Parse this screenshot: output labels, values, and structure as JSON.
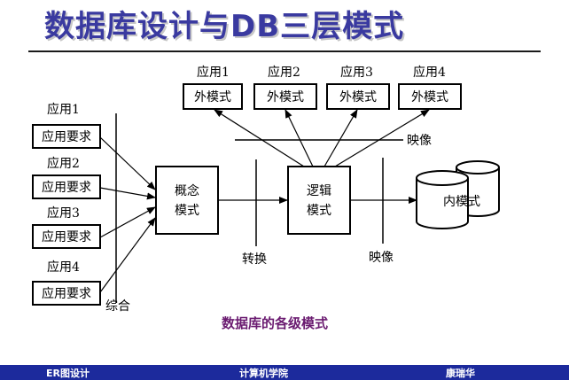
{
  "title": "数据库设计与DB三层模式",
  "diagram": {
    "requirements": [
      {
        "app": "应用1",
        "box": "应用要求"
      },
      {
        "app": "应用2",
        "box": "应用要求"
      },
      {
        "app": "应用3",
        "box": "应用要求"
      },
      {
        "app": "应用4",
        "box": "应用要求"
      }
    ],
    "synthesis_label": "综合",
    "conceptual": [
      "概念",
      "模式"
    ],
    "transform_label": "转换",
    "logical": [
      "逻辑",
      "模式"
    ],
    "external": [
      {
        "app": "应用1",
        "box": "外模式"
      },
      {
        "app": "应用2",
        "box": "外模式"
      },
      {
        "app": "应用3",
        "box": "外模式"
      },
      {
        "app": "应用4",
        "box": "外模式"
      }
    ],
    "mapping_top_label": "映像",
    "mapping_bottom_label": "映像",
    "internal": "内模式"
  },
  "caption": "数据库的各级模式",
  "footer": {
    "left": "ER图设计",
    "center": "计算机学院",
    "right": "康瑞华"
  },
  "colors": {
    "title": "#3a3aa0",
    "caption": "#6a1a70",
    "footer_bg": "#1c2a9c"
  }
}
